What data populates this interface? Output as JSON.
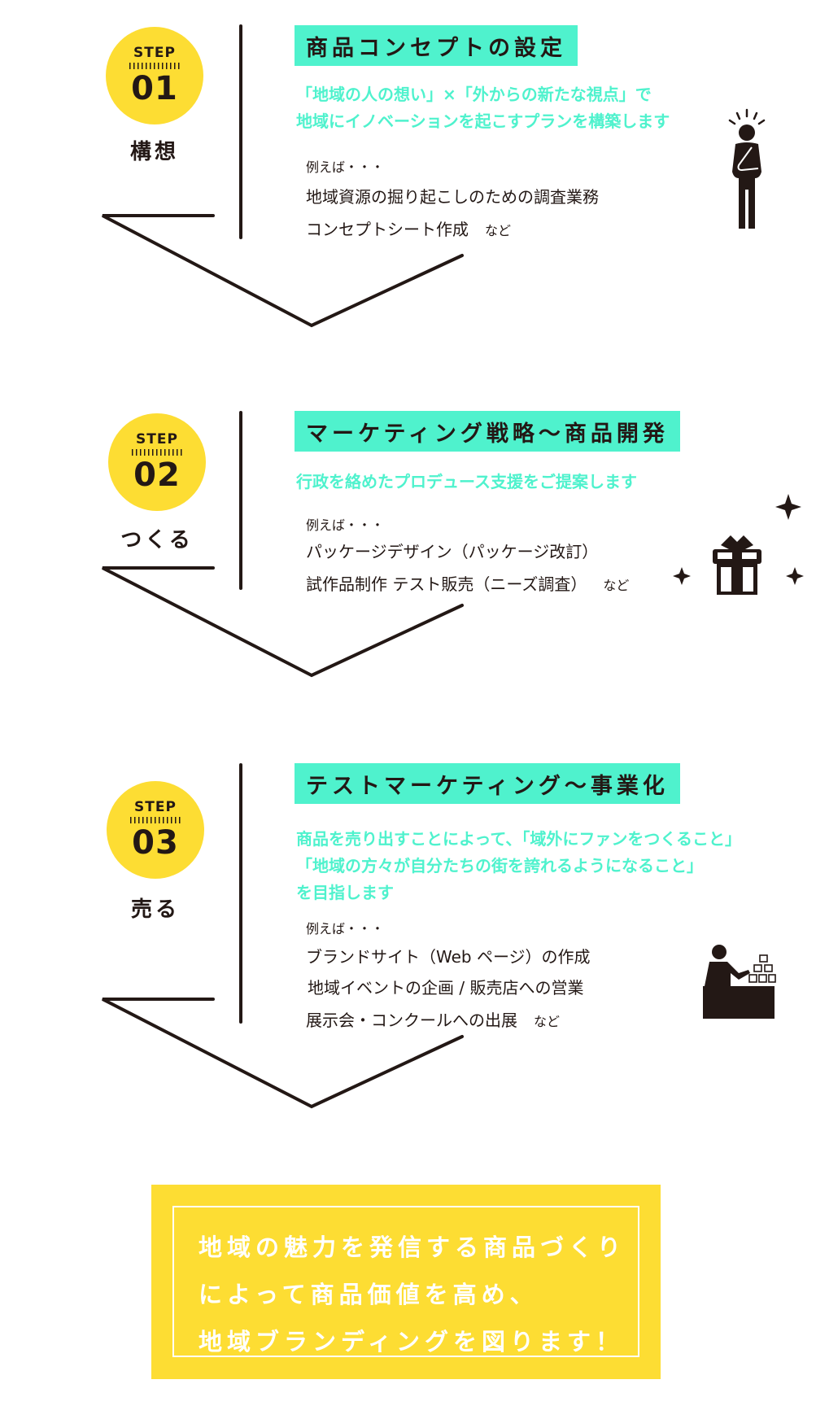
{
  "colors": {
    "accent_yellow": "#fddd33",
    "accent_mint": "#4ff2cd",
    "ink": "#231815",
    "white": "#ffffff"
  },
  "steps": [
    {
      "step_label": "STEP",
      "number": "01",
      "phase": "構想",
      "title": "商品コンセプトの設定",
      "lead": [
        "「地域の人の想い」×「外からの新たな視点」で",
        "地域にイノベーションを起こすプランを構築します"
      ],
      "example_label": "例えば・・・",
      "items": [
        "地域資源の掘り起こしのための調査業務",
        "コンセプトシート作成"
      ],
      "suffix": "など",
      "icon": "thinking-person-icon"
    },
    {
      "step_label": "STEP",
      "number": "02",
      "phase": "つくる",
      "title": "マーケティング戦略～商品開発",
      "lead": [
        "行政を絡めたプロデュース支援をご提案します"
      ],
      "example_label": "例えば・・・",
      "items": [
        "パッケージデザイン（パッケージ改訂）",
        "試作品制作  テスト販売（ニーズ調査）"
      ],
      "suffix": "など",
      "icon": "gift-sparkle-icon"
    },
    {
      "step_label": "STEP",
      "number": "03",
      "phase": "売る",
      "title": "テストマーケティング～事業化",
      "lead": [
        "商品を売り出すことによって、「域外にファンをつくること」",
        "「地域の方々が自分たちの街を誇れるようになること」",
        "を目指します"
      ],
      "example_label": "例えば・・・",
      "items": [
        "ブランドサイト（Web ページ）の作成",
        "地域イベントの企画 / 販売店への営業",
        "展示会・コンクールへの出展"
      ],
      "suffix": "など",
      "icon": "seller-counter-icon"
    }
  ],
  "conclusion": {
    "lines": [
      "地域の魅力を発信する商品づくり",
      "によって商品価値を高め、",
      "地域ブランディングを図ります！"
    ]
  }
}
